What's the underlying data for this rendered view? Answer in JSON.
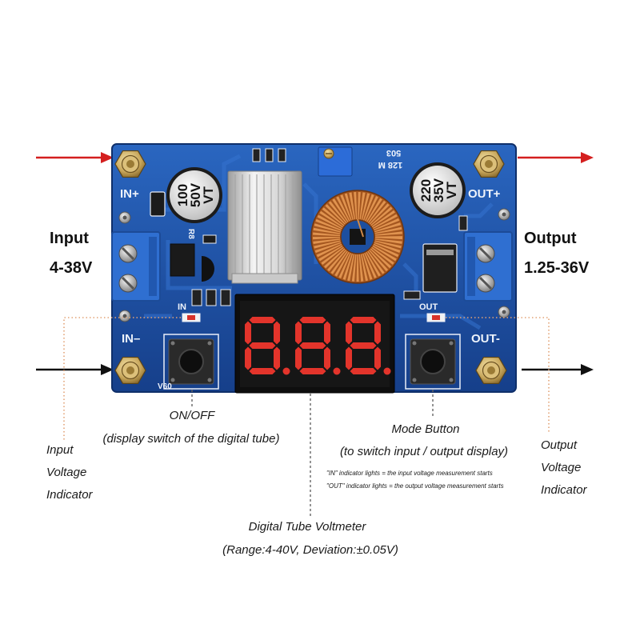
{
  "product": {
    "input": {
      "title": "Input",
      "range": "4-38V"
    },
    "output": {
      "title": "Output",
      "range": "1.25-36V"
    }
  },
  "board": {
    "silkscreen": {
      "in_plus": "IN+",
      "in_minus": "IN–",
      "out_plus": "OUT+",
      "out_minus": "OUT-",
      "in_led": "IN",
      "out_led": "OUT",
      "r8": "R8",
      "version": "V60"
    },
    "cap_left": {
      "line1": "100",
      "line2": "50V",
      "line3": "VT"
    },
    "cap_right": {
      "line1": "220",
      "line2": "35V",
      "line3": "VT"
    },
    "pot_code": "503",
    "chip_code": "128 M",
    "display": "8.8.8."
  },
  "callouts": {
    "on_off": {
      "title": "ON/OFF",
      "desc": "(display switch of the digital tube)"
    },
    "mode": {
      "title": "Mode Button",
      "desc": "(to switch input / output display)",
      "note_in": "\"IN\" indicator lights = the input voltage measurement starts",
      "note_out": "\"OUT\" indicator lights = the output voltage measurement starts"
    },
    "input_indicator": {
      "line1": "Input",
      "line2": "Voltage",
      "line3": "Indicator"
    },
    "output_indicator": {
      "line1": "Output",
      "line2": "Voltage",
      "line3": "Indicator"
    },
    "voltmeter": {
      "title": "Digital Tube Voltmeter",
      "desc": "(Range:4-40V, Deviation:±0.05V)"
    }
  },
  "icons": {
    "positive_arrow": "arrow-right-icon",
    "negative_arrow": "arrow-right-icon"
  },
  "colors": {
    "pcb": "#1f55a8",
    "positive_arrow": "#d41f1f",
    "negative_arrow": "#111111",
    "indicator_line": "#e3a377",
    "pointer_line": "#666666",
    "display_segment": "#e3342b",
    "terminal_block": "#2f6fd1"
  }
}
